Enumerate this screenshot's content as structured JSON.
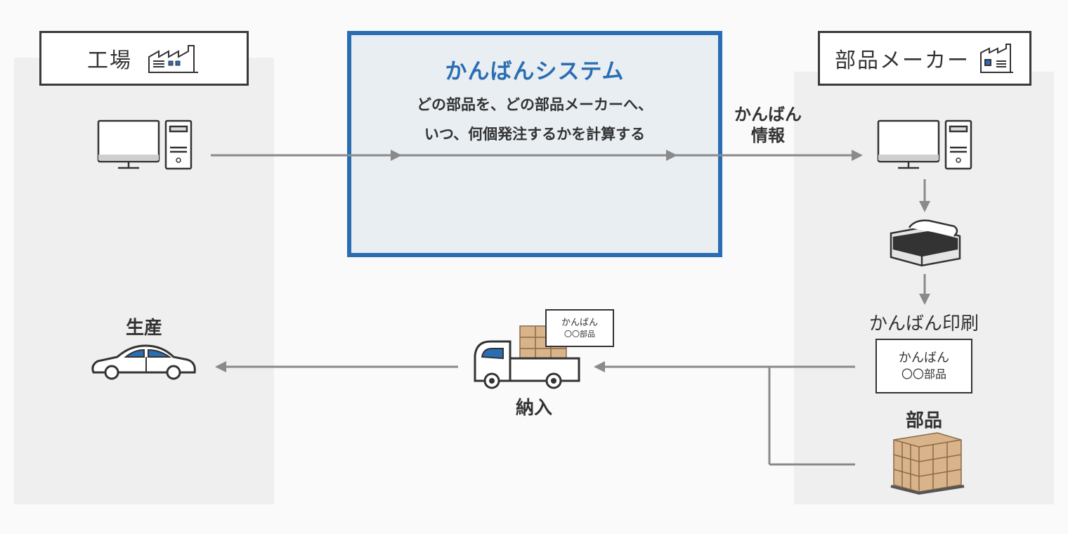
{
  "factory": {
    "title": "工場"
  },
  "maker": {
    "title": "部品メーカー"
  },
  "system": {
    "title": "かんばんシステム",
    "desc_line1": "どの部品を、どの部品メーカーへ、",
    "desc_line2": "いつ、何個発注するかを計算する"
  },
  "flow": {
    "kanban_info_line1": "かんばん",
    "kanban_info_line2": "情報",
    "kanban_print": "かんばん印刷",
    "parts": "部品",
    "delivery": "納入",
    "production": "生産"
  },
  "kanban_card": {
    "line1": "かんばん",
    "line2": "〇〇部品"
  },
  "truck_card": {
    "line1": "かんばん",
    "line2": "〇〇部品"
  },
  "colors": {
    "accent": "#2a6db3",
    "panel": "#efefef",
    "arrow": "#8a8a8a",
    "box_fill": "#d9b48a"
  }
}
